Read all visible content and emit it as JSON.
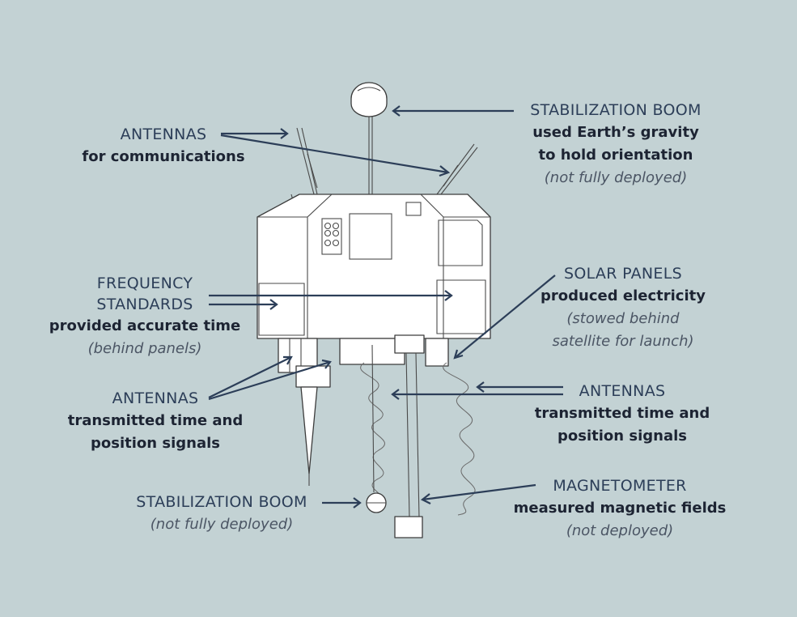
{
  "labels": {
    "top_boom": {
      "title": "STABILIZATION BOOM",
      "desc": [
        "used Earth’s gravity",
        "to hold orientation"
      ],
      "note": "(not fully deployed)"
    },
    "top_antennas": {
      "title": "ANTENNAS",
      "desc": "for communications"
    },
    "freq_standards": {
      "title": [
        "FREQUENCY",
        "STANDARDS"
      ],
      "desc": "provided accurate time",
      "note": "(behind panels)"
    },
    "solar_panels": {
      "title": "SOLAR PANELS",
      "desc": "produced electricity",
      "note": [
        "(stowed behind",
        "satellite for launch)"
      ]
    },
    "left_antennas": {
      "title": "ANTENNAS",
      "desc": [
        "transmitted time and",
        "position signals"
      ]
    },
    "right_antennas": {
      "title": "ANTENNAS",
      "desc": [
        "transmitted time and",
        "position signals"
      ]
    },
    "bottom_boom": {
      "title": "STABILIZATION BOOM",
      "note": "(not fully deployed)"
    },
    "magnetometer": {
      "title": "MAGNETOMETER",
      "desc": "measured magnetic fields",
      "note": "(not deployed)"
    }
  },
  "colors": {
    "background": "#c3d2d4",
    "label_title": "#2c3e58",
    "label_text": "#1d2433",
    "arrow": "#2c3e58"
  }
}
